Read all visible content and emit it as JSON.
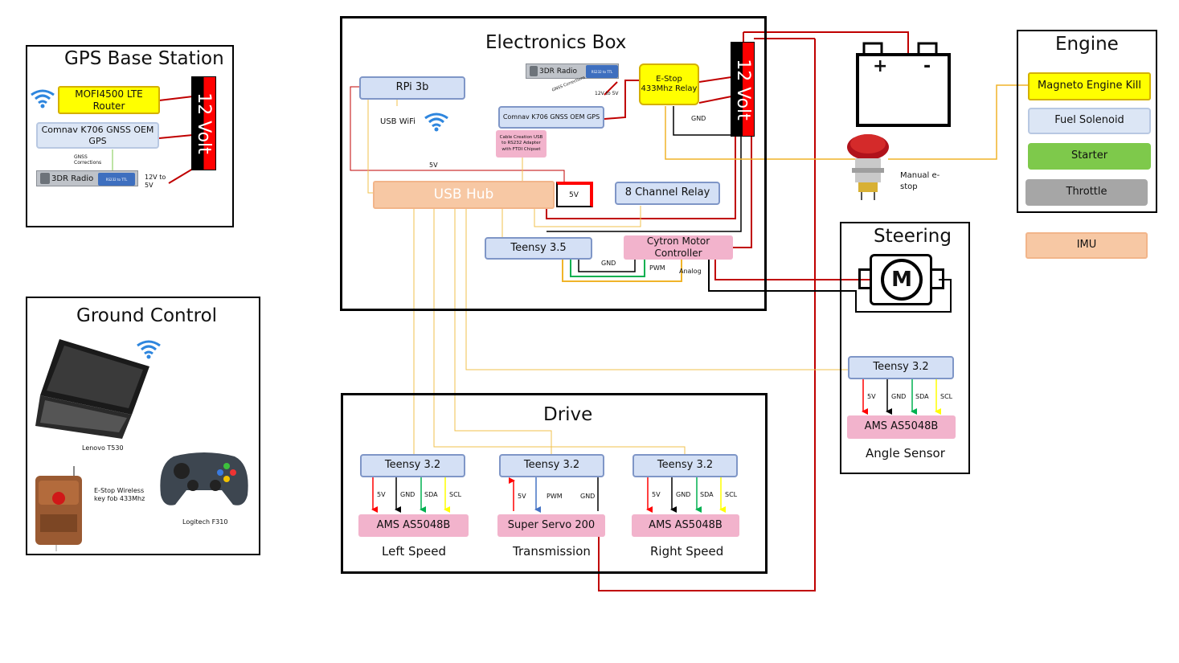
{
  "panels": {
    "gps_base": {
      "title": "GPS Base Station",
      "router": "MOFI4500 LTE Router",
      "gps": "Comnav K706 GNSS OEM GPS",
      "radio": "3DR Radio",
      "radio_chip": "RS232 to TTL",
      "gnss_corrections": "GNSS Corrections",
      "v12_to_5": "12V to 5V",
      "volt": "12 Volt"
    },
    "ground_control": {
      "title": "Ground Control",
      "laptop": "Lenovo T530",
      "keyfob": "E-Stop Wireless key fob 433Mhz",
      "gamepad": "Logitech F310"
    },
    "electronics": {
      "title": "Electronics Box",
      "rpi": "RPi 3b",
      "usb_wifi": "USB WiFi",
      "radio": "3DR Radio",
      "radio_chip": "RS232 to TTL",
      "gnss_corrections": "GNSS Corrections",
      "v12_to_5": "12V to 5V",
      "gps": "Comnav K706 GNSS OEM GPS",
      "cable": "Cable Creation USB to RS232 Adapter with FTDI Chipset",
      "estop": "E-Stop 433Mhz Relay",
      "gnd": "GND",
      "volt": "12 Volt",
      "five_v_top": "5V",
      "usb_hub": "USB Hub",
      "plug_5v": "5V",
      "relay8": "8 Channel Relay",
      "teensy35": "Teensy 3.5",
      "cytron": "Cytron Motor Controller",
      "gnd2": "GND",
      "pwm": "PWM",
      "analog": "Analog"
    },
    "engine": {
      "title": "Engine",
      "magneto": "Magneto Engine Kill",
      "fuel": "Fuel Solenoid",
      "starter": "Starter",
      "throttle": "Throttle",
      "imu": "IMU"
    },
    "battery": {
      "plus": "+",
      "minus": "-"
    },
    "estop_button": {
      "label": "Manual e-stop"
    },
    "steering": {
      "title": "Steering",
      "motor": "M",
      "teensy": "Teensy 3.2",
      "sensor": "AMS AS5048B",
      "caption": "Angle Sensor",
      "pins": [
        "5V",
        "GND",
        "SDA",
        "SCL"
      ]
    },
    "drive": {
      "title": "Drive",
      "left": {
        "teensy": "Teensy 3.2",
        "device": "AMS AS5048B",
        "caption": "Left Speed",
        "pins": [
          "5V",
          "GND",
          "SDA",
          "SCL"
        ]
      },
      "trans": {
        "teensy": "Teensy 3.2",
        "device": "Super Servo 200",
        "caption": "Transmission",
        "pins": [
          "5V",
          "PWM",
          "GND"
        ]
      },
      "right": {
        "teensy": "Teensy 3.2",
        "device": "AMS AS5048B",
        "caption": "Right Speed",
        "pins": [
          "5V",
          "GND",
          "SDA",
          "SCL"
        ]
      }
    }
  },
  "colors": {
    "power": "#c00000",
    "ground": "#000000",
    "usb": "#f2c14e",
    "orange_wire": "#f0b429",
    "green_wire": "#00b050",
    "sda": "#00b050",
    "scl": "#ffff00",
    "pwm": "#4472c4"
  }
}
